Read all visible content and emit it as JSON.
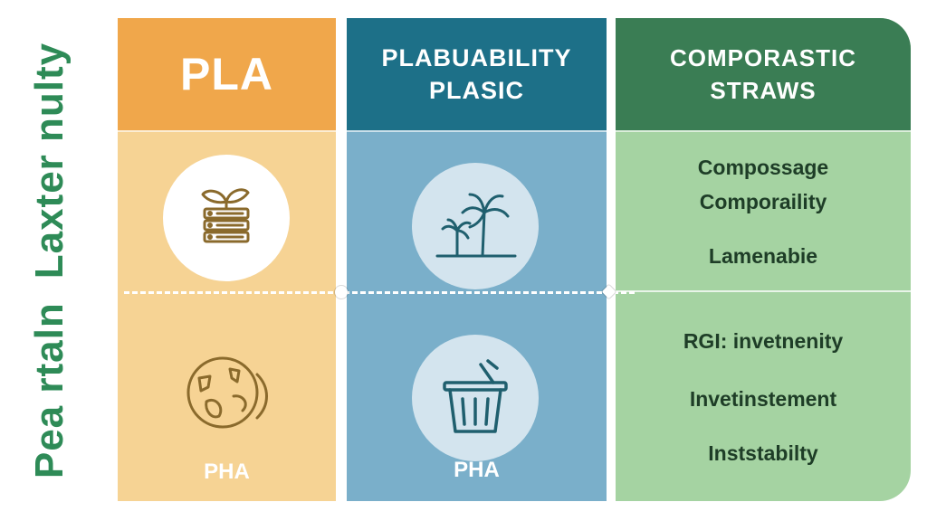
{
  "side_label": {
    "part_a": "Pea rtaln",
    "part_b": "Laxter nulty"
  },
  "columns": [
    {
      "title": "PLA",
      "bottom_label": "PHA"
    },
    {
      "title": "PLABUABILITY\nPLASIC",
      "bottom_label": "PHA"
    },
    {
      "title": "COMPORASTIC\nSTRAWS",
      "top_items": [
        "Compossage",
        "Comporaility",
        "Lamenabie"
      ],
      "bottom_items": [
        "RGI: invetnenity",
        "Invetinstement",
        "Inststabilty"
      ]
    }
  ],
  "icons": {
    "col1_top": "leaf-stack-icon",
    "col1_bottom": "globe-icon",
    "col2_top": "palm-tree-icon",
    "col2_bottom": "trash-bin-icon"
  },
  "colors": {
    "pla_header": "#f0a74b",
    "pla_body": "#f6d394",
    "plastic_header": "#1d7088",
    "plastic_body": "#7aafca",
    "straws_header": "#3a7d54",
    "straws_body": "#a5d3a2",
    "icon_brown": "#8a6a2c",
    "icon_teal": "#1f5f6e",
    "side_text": "#2e8b57"
  }
}
